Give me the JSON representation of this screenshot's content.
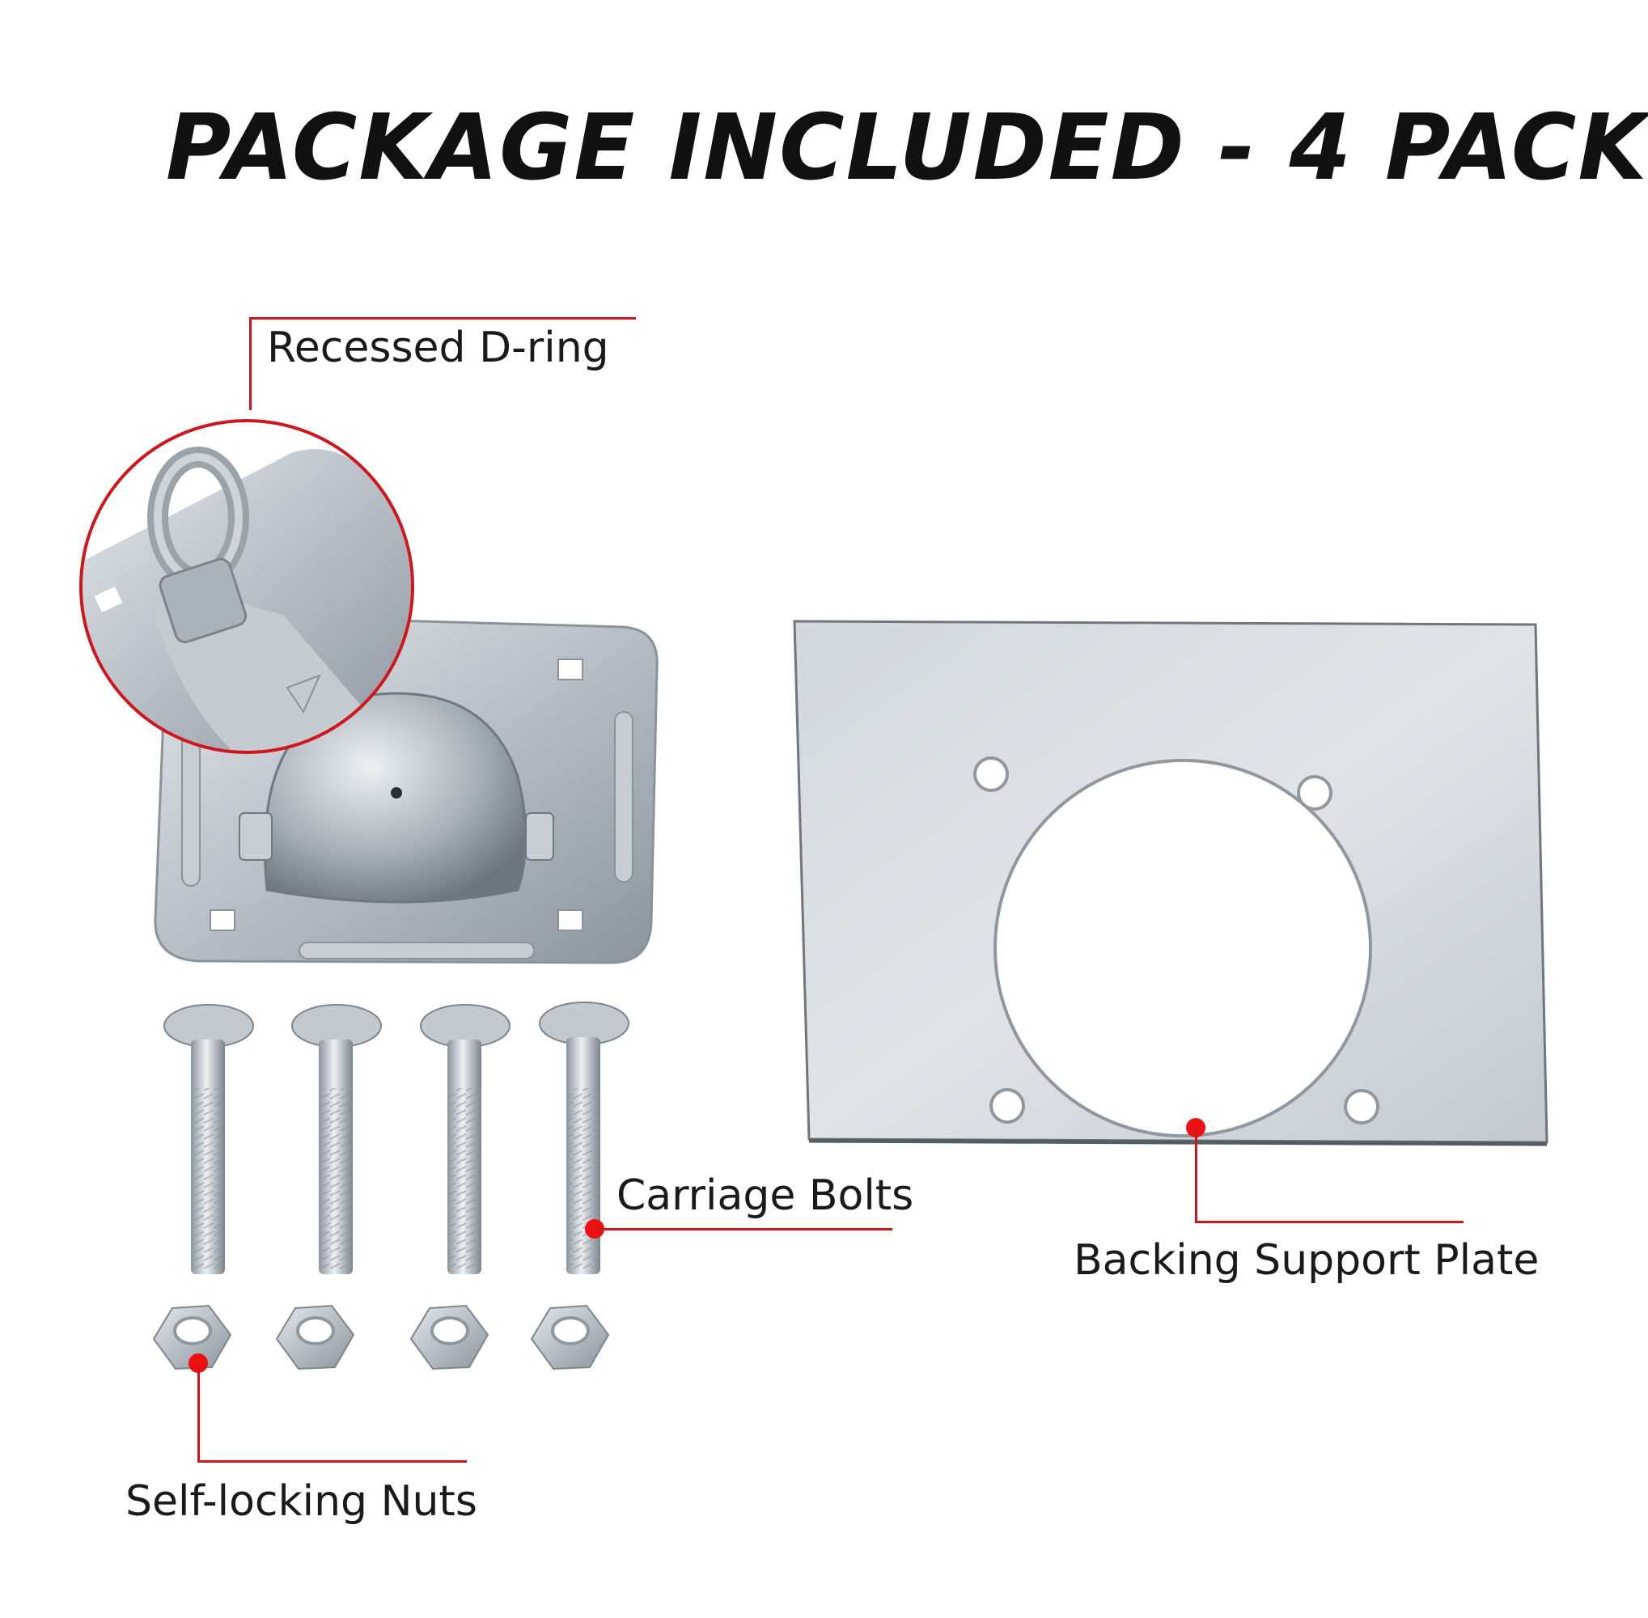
{
  "title": "PACKAGE INCLUDED - 4 PACK",
  "labels": {
    "d_ring": "Recessed D-ring",
    "carriage_bolts": "Carriage Bolts",
    "backing_plate": "Backing Support Plate",
    "nuts": "Self-locking Nuts"
  },
  "quantities": {
    "bolts_shown": 4,
    "nuts_shown": 4,
    "pack_count": 4
  },
  "colors": {
    "callout_red": "#d0161d",
    "dot_red": "#ee1111",
    "text": "#111111",
    "metal_light": "#d6dadf",
    "metal_mid": "#b3bac2",
    "metal_dark": "#7c858f"
  }
}
